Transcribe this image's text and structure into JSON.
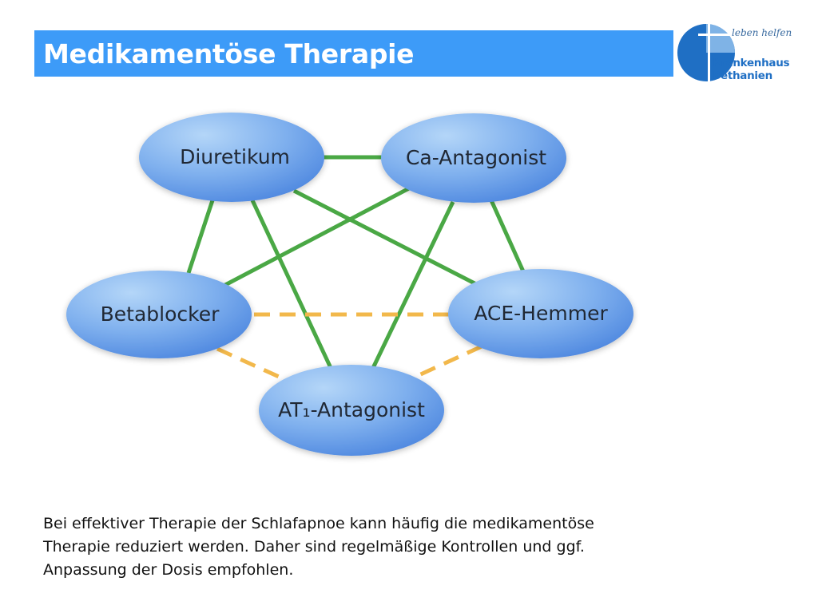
{
  "slide": {
    "title": "Medikamentöse Therapie",
    "caption_lines": [
      "Bei effektiver Therapie der Schlafapnoe kann häufig die medikamentöse",
      "Therapie reduziert werden. Daher sind regelmäßige Kontrollen und ggf.",
      "Anpassung der Dosis empfohlen."
    ]
  },
  "logo": {
    "slogan": "leben helfen",
    "name_line1": "Krankenhaus",
    "name_line2": "Bethanien"
  },
  "diagram": {
    "nodes": [
      {
        "id": "diuretikum",
        "label": "Diuretikum"
      },
      {
        "id": "ca",
        "label": "Ca-Antagonist"
      },
      {
        "id": "beta",
        "label": "Betablocker"
      },
      {
        "id": "ace",
        "label": "ACE-Hemmer"
      },
      {
        "id": "at1",
        "label": "AT₁-Antagonist"
      }
    ],
    "edges": [
      {
        "from": "diuretikum",
        "to": "ca",
        "style": "solid"
      },
      {
        "from": "diuretikum",
        "to": "beta",
        "style": "solid"
      },
      {
        "from": "diuretikum",
        "to": "ace",
        "style": "solid"
      },
      {
        "from": "diuretikum",
        "to": "at1",
        "style": "solid"
      },
      {
        "from": "ca",
        "to": "beta",
        "style": "solid"
      },
      {
        "from": "ca",
        "to": "ace",
        "style": "solid"
      },
      {
        "from": "ca",
        "to": "at1",
        "style": "solid"
      },
      {
        "from": "beta",
        "to": "ace",
        "style": "dashed"
      },
      {
        "from": "beta",
        "to": "at1",
        "style": "dashed"
      },
      {
        "from": "ace",
        "to": "at1",
        "style": "dashed"
      }
    ],
    "colors": {
      "solid_edge": "#4aa845",
      "dashed_edge": "#f2b84b",
      "node_fill_light": "#a8cdf6",
      "node_fill_dark": "#5b93e6",
      "node_text": "#202834"
    }
  },
  "colors": {
    "title_bar": "#3d9bf8",
    "logo_blue": "#1f6fc4"
  }
}
